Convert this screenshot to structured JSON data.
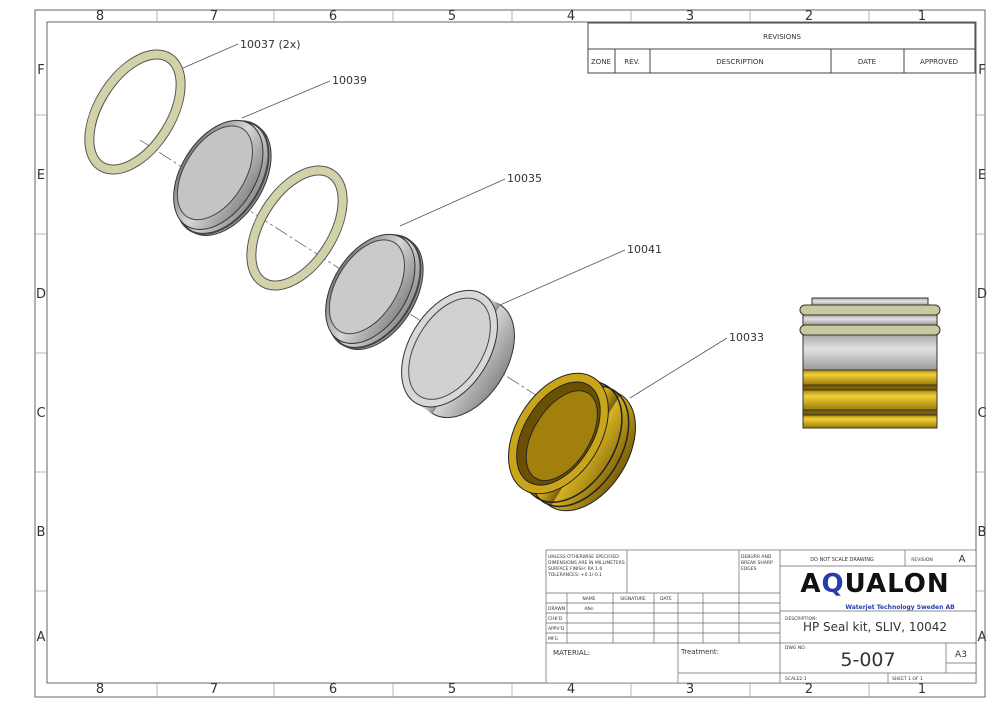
{
  "sheet": {
    "column_numbers": [
      "8",
      "7",
      "6",
      "5",
      "4",
      "3",
      "2",
      "1"
    ],
    "row_letters": [
      "F",
      "E",
      "D",
      "C",
      "B",
      "A"
    ]
  },
  "revisions": {
    "title": "REVISIONS",
    "columns": [
      "ZONE",
      "REV.",
      "DESCRIPTION",
      "DATE",
      "APPROVED"
    ]
  },
  "balloons": [
    {
      "label": "10037 (2x)"
    },
    {
      "label": "10039"
    },
    {
      "label": "10035"
    },
    {
      "label": "10041"
    },
    {
      "label": "10033"
    }
  ],
  "title_block": {
    "notes": [
      "UNLESS OTHERWISE SPECIFIED:",
      "DIMENSIONS ARE IN MILLIMETERS",
      "SURFACE FINISH: RA 1.6",
      "TOLERANCES: +0.1/-0.1"
    ],
    "deburr": [
      "DEBURR AND",
      "BREAK SHARP",
      "EDGES"
    ],
    "do_not_scale": "DO NOT SCALE DRAWING",
    "revision_label": "REVISION",
    "revision_value": "A",
    "logo_text": "AQUALON",
    "logo_subtitle": "Waterjet Technology Sweden AB",
    "table_headers": [
      "NAME",
      "SIGNATURE",
      "DATE"
    ],
    "rows": [
      {
        "label": "DRAWN",
        "name": "ANn"
      },
      {
        "label": "CHK'D",
        "name": ""
      },
      {
        "label": "APPV'D",
        "name": ""
      },
      {
        "label": "MFG",
        "name": ""
      }
    ],
    "material_label": "MATERIAL:",
    "treatment_label": "Treatment:",
    "description_label": "DESCRIPTION:",
    "description": "HP Seal kit, SLIV, 10042",
    "dwg_no_label": "DWG NO.",
    "dwg_no": "5-007",
    "size": "A3",
    "scale": "SCALE2:1",
    "sheet": "SHEET 1 OF 1"
  },
  "colors": {
    "oring": "#c9c9a0",
    "steel": "#a8a8a8",
    "brass": "#b8960f",
    "logo_q": "#2a3bb0"
  }
}
